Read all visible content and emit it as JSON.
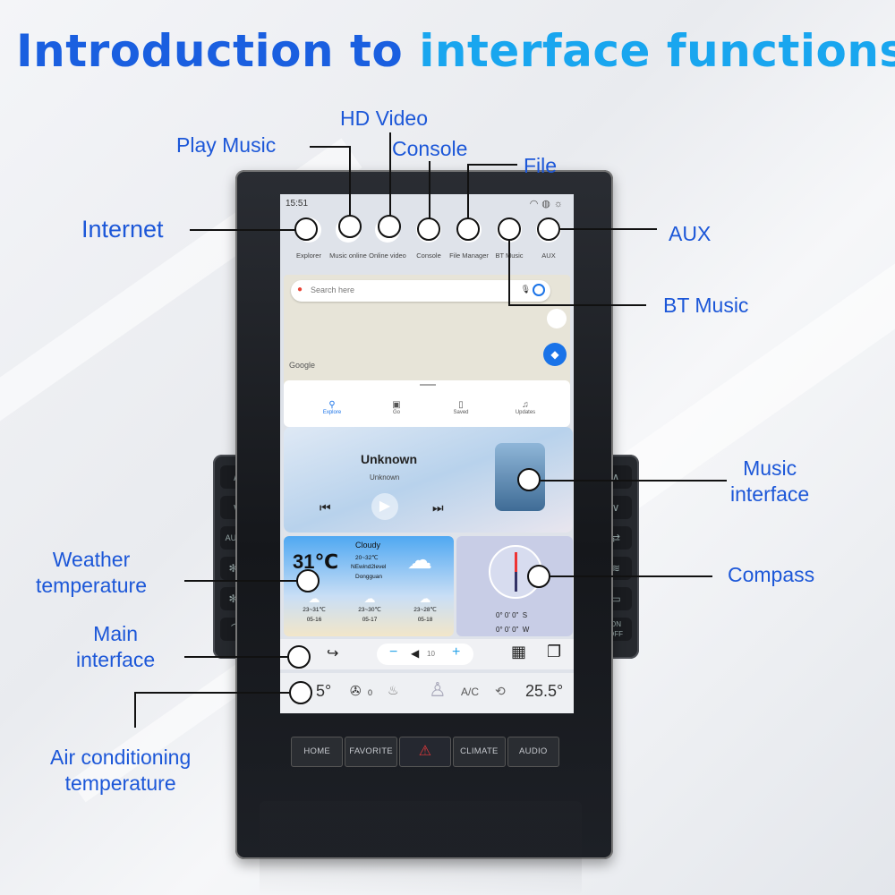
{
  "title": {
    "part1": "Introduction to",
    "part2": "interface functions"
  },
  "callouts": {
    "hd_video": "HD Video",
    "play_music": "Play Music",
    "console": "Console",
    "file": "File",
    "internet": "Internet",
    "aux": "AUX",
    "bt_music": "BT Music",
    "music_interface": [
      "Music",
      "interface"
    ],
    "weather_temperature": [
      "Weather",
      "temperature"
    ],
    "compass": "Compass",
    "main_interface": [
      "Main",
      "interface"
    ],
    "air_conditioning_temperature": [
      "Air conditioning",
      "temperature"
    ]
  },
  "screen": {
    "time": "15:51",
    "apps": [
      {
        "label": "Explorer",
        "icon": "globe-icon"
      },
      {
        "label": "Music online",
        "icon": "music-icon"
      },
      {
        "label": "Online video",
        "icon": "video-icon"
      },
      {
        "label": "Console",
        "icon": "console-icon"
      },
      {
        "label": "File Manager",
        "icon": "folder-icon"
      },
      {
        "label": "BT Music",
        "icon": "bluetooth-icon"
      },
      {
        "label": "AUX",
        "icon": "aux-icon"
      }
    ],
    "map": {
      "search_placeholder": "Search here",
      "brand": "Google"
    },
    "nav": [
      "Explore",
      "Go",
      "Saved",
      "Updates"
    ],
    "music": {
      "title": "Unknown",
      "artist": "Unknown"
    },
    "weather": {
      "temp": "31℃",
      "condition": "Cloudy",
      "range": "20~32℃",
      "wind": "NEwind2level",
      "city": "Dongguan",
      "forecast": [
        {
          "range": "23~31℃",
          "date": "05-16"
        },
        {
          "range": "23~30℃",
          "date": "05-17"
        },
        {
          "range": "23~28℃",
          "date": "05-18"
        }
      ]
    },
    "compass": {
      "line1": "0° 0' 0\"  S",
      "line2": "0° 0' 0\"  W"
    },
    "volume": "10",
    "ac": {
      "left_temp": "5°",
      "fan": "0",
      "ac_label": "A/C",
      "right_temp": "25.5°"
    }
  },
  "side_left": [
    "AUTO"
  ],
  "side_right": [
    "ON",
    "OFF"
  ],
  "hardware_buttons": [
    "HOME",
    "FAVORITE",
    "",
    "CLIMATE",
    "AUDIO"
  ],
  "colors": {
    "title_dark": "#1a5fe0",
    "title_light": "#19a6ef",
    "callout": "#1c57d8"
  }
}
